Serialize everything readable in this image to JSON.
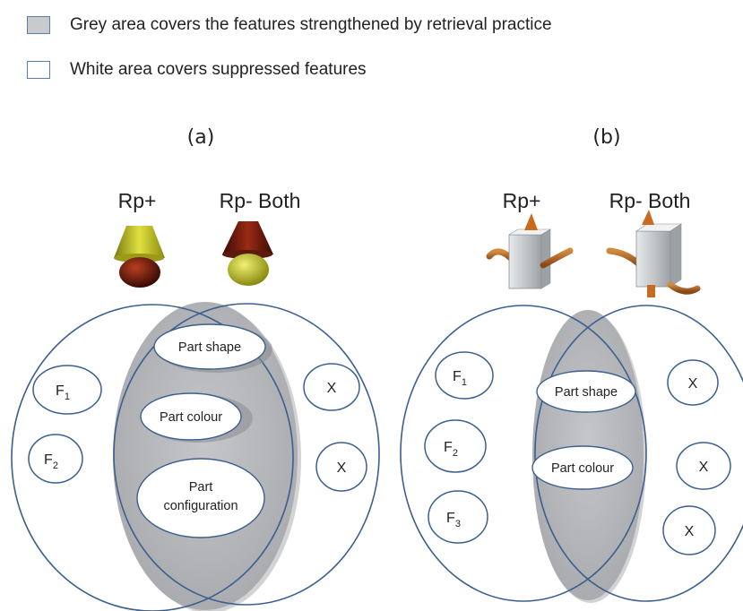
{
  "legend": {
    "grey": "Grey area covers the features strengthened by retrieval practice",
    "white": "White area covers suppressed features"
  },
  "colors": {
    "outline": "#3b5f8f",
    "grey_fill": "#b4b6ba",
    "swatch_grey": "#c9cacc"
  },
  "panel_a": {
    "label": "(a)",
    "rp_plus": "Rp+",
    "rp_minus_both": "Rp- Both",
    "left_features": [
      "F",
      "F"
    ],
    "left_subscripts": [
      "1",
      "2"
    ],
    "shared_features": [
      "Part shape",
      "Part colour",
      "Part",
      "configuration"
    ],
    "right_features": [
      "X",
      "X"
    ]
  },
  "panel_b": {
    "label": "(b)",
    "rp_plus": "Rp+",
    "rp_minus_both": "Rp- Both",
    "left_features": [
      "F",
      "F",
      "F"
    ],
    "left_subscripts": [
      "1",
      "2",
      "3"
    ],
    "shared_features": [
      "Part shape",
      "Part colour"
    ],
    "right_features": [
      "X",
      "X",
      "X"
    ]
  }
}
